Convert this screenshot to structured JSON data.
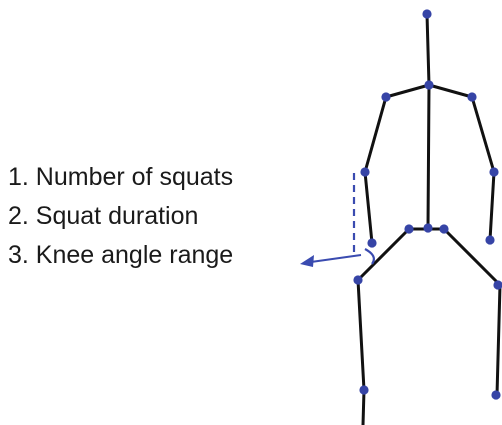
{
  "metrics": [
    "1. Number of squats",
    "2. Squat duration",
    "3. Knee angle range"
  ],
  "colors": {
    "joint": "#3644a6",
    "bone": "#111111",
    "annotation": "#3a4bb0",
    "text": "#1a1a1a"
  },
  "icons": {
    "joints": "circle",
    "arrow": "arrowhead-left"
  }
}
